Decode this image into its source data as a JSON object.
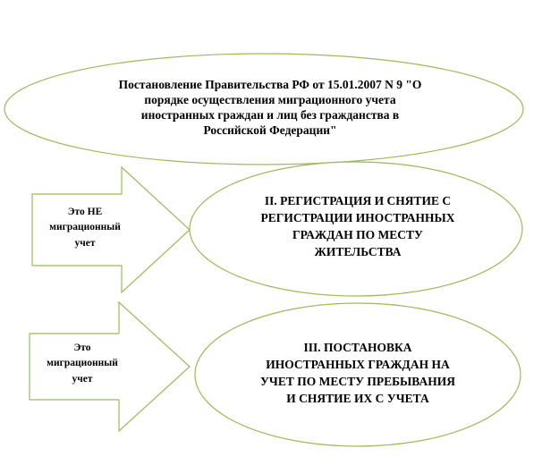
{
  "diagram": {
    "title": "Постановление Правительства РФ от 15.01.2007 N 9 \"О\nпорядке осуществления миграционного учета\nиностранных граждан и лиц без гражданства в\nРоссийской Федерации\"",
    "rows": [
      {
        "arrow_label": "Это НЕ\nмиграционный\nучет",
        "box_label": "II. РЕГИСТРАЦИЯ И СНЯТИЕ С\nРЕГИСТРАЦИИ ИНОСТРАННЫХ\nГРАЖДАН ПО МЕСТУ\nЖИТЕЛЬСТВА"
      },
      {
        "arrow_label": "Это\nмиграционный\nучет",
        "box_label": "III. ПОСТАНОВКА\nИНОСТРАННЫХ ГРАЖДАН НА\nУЧЕТ ПО МЕСТУ ПРЕБЫВАНИЯ\nИ СНЯТИЕ ИХ С УЧЕТА"
      }
    ],
    "colors": {
      "shape_stroke": "#9bbb59",
      "shape_fill": "#ffffff",
      "text": "#000000",
      "background": "#ffffff"
    }
  }
}
